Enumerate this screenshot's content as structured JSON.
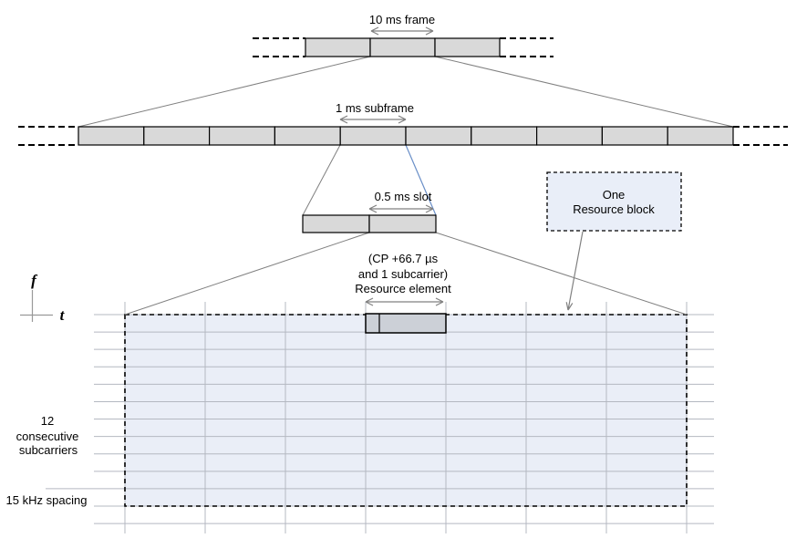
{
  "frame": {
    "label": "10 ms frame",
    "visible_segments": 3
  },
  "subframe": {
    "label": "1 ms subframe",
    "segments": 10
  },
  "slot": {
    "label": "0.5 ms slot",
    "segments": 2
  },
  "resource_element": {
    "label_line1": "(CP +66.7 µs",
    "label_line2": "and 1 subcarrier)",
    "label_line3": "Resource element"
  },
  "resource_block": {
    "label_line1": "One",
    "label_line2": "Resource block"
  },
  "axes": {
    "frequency_label": "f",
    "time_label": "t"
  },
  "grid": {
    "rows": 11,
    "columns": 7,
    "subcarrier_label_line1": "12",
    "subcarrier_label_line2": "consecutive",
    "subcarrier_label_line3": "subcarriers",
    "spacing_label": "15 kHz spacing"
  },
  "colors": {
    "bar_fill": "#d9d9d9",
    "grid_fill": "#eaeef7",
    "callout_fill": "#e9eef8",
    "resource_element_fill": "#ccd0d7",
    "gridline": "#b4b8c1",
    "connector_gray": "#808080",
    "connector_blue": "#6a8fc8"
  }
}
